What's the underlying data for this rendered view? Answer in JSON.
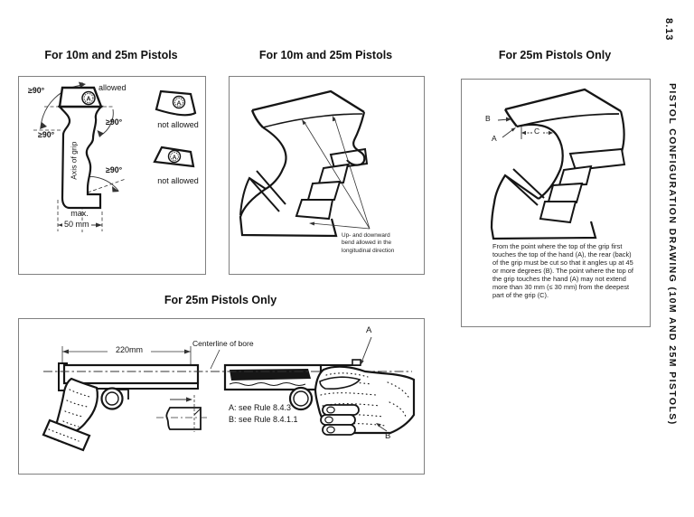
{
  "page": {
    "number": "8.13",
    "side_title": "PISTOL CONFIGURATION DRAWING (10M AND 25M PISTOLS)"
  },
  "colors": {
    "ink": "#1a1a1a",
    "panel_border": "#808080",
    "background": "#ffffff"
  },
  "stamp_letter": "A",
  "panel1": {
    "title": "For 10m and 25m Pistols",
    "allowed": "allowed",
    "not_allowed_1": "not allowed",
    "not_allowed_2": "not allowed",
    "angle_top_left": "≥90°",
    "angle_right": "≥90°",
    "angle_left": "≥90°",
    "angle_bottom": "≥90°",
    "axis_label": "Axis of grip",
    "max_label": "max.",
    "width_dimension": "50 mm"
  },
  "panel2": {
    "title": "For 10m and 25m Pistols",
    "note_lines": [
      "Up- and downward",
      "bend allowed in the",
      "longitudinal direction"
    ]
  },
  "panel3": {
    "title": "For 25m Pistols Only",
    "point_a": "A",
    "point_b": "B",
    "point_c": "C",
    "description": "From the point where the top of the grip first touches the top of the hand (A), the rear (back) of the grip must be cut so that it angles up at 45 or more degrees (B). The point where the top of the grip touches the hand (A) may not extend more than 30 mm (≤ 30 mm) from the deepest part of the grip (C)."
  },
  "panel4": {
    "title": "For 25m Pistols Only",
    "barrel_dimension": "220mm",
    "centerline_label": "Centerline of bore",
    "point_a": "A",
    "point_b": "B",
    "rule_a": "A: see Rule 8.4.3",
    "rule_b": "B: see Rule 8.4.1.1"
  }
}
